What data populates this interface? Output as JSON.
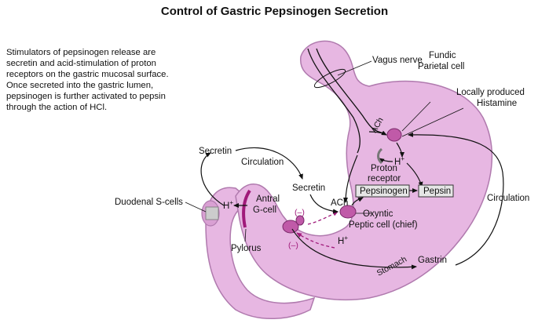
{
  "title": "Control of Gastric Pepsinogen Secretion",
  "description": [
    "Stimulators of pepsinogen release are",
    "secretin and acid-stimulation of proton",
    "receptors on the gastric mucosal surface.",
    "Once secreted into the gastric lumen,",
    "pepsinogen is further activated to pepsin",
    "through the action of HCl."
  ],
  "labels": {
    "vagus_nerve": "Vagus nerve",
    "fundic_parietal_1": "Fundic",
    "fundic_parietal_2": "Parietal cell",
    "histamine_1": "Locally produced",
    "histamine_2": "Histamine",
    "ach_top": "ACh",
    "h_plus_top": "H",
    "proton_receptor_1": "Proton",
    "proton_receptor_2": "receptor",
    "secretin_left": "Secretin",
    "circulation_left": "Circulation",
    "secretin_mid": "Secretin",
    "pepsinogen": "Pepsinogen",
    "pepsin": "Pepsin",
    "circulation_right": "Circulation",
    "duodenal_s_cells": "Duodenal S-cells",
    "h_plus_duodenum": "H",
    "antral_gcell_1": "Antral",
    "antral_gcell_2": "G-cell",
    "ach_mid": "ACh",
    "oxyntic_1": "Oxyntic",
    "oxyntic_2": "Peptic cell (chief)",
    "minus_1": "(–)",
    "minus_2": "(–)",
    "h_plus_low": "H",
    "superscript_plus": "+",
    "pylorus": "Pylorus",
    "stomach": "Stomach",
    "gastrin": "Gastrin"
  },
  "colors": {
    "stomach_fill": "#e7b7e2",
    "stomach_edge": "#b07aae",
    "cell_fill": "#c05aa8",
    "inhibit": "#a01a7a",
    "arrow": "#111111"
  }
}
